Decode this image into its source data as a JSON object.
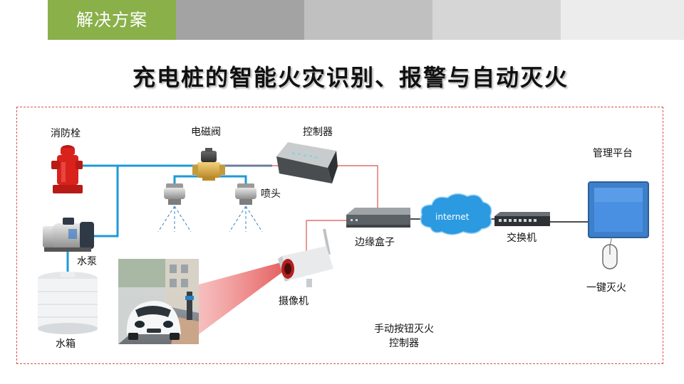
{
  "header": {
    "section_title": "解决方案"
  },
  "title": "充电桩的智能火灾识别、报警与自动灭火",
  "labels": {
    "hydrant": "消防栓",
    "solenoid_valve": "电磁阀",
    "controller": "控制器",
    "nozzle": "喷头",
    "water_pump": "水泵",
    "water_tank": "水箱",
    "edge_box": "边缘盒子",
    "internet": "internet",
    "switch": "交换机",
    "management_platform": "管理平台",
    "one_key_extinguish": "一键灭火",
    "camera": "摄像机",
    "manual_button_line1": "手动按钮灭火",
    "manual_button_line2": "控制器"
  },
  "colors": {
    "header_accent": "#8ab04a",
    "pipe": "#1e9ad6",
    "signal_wire": "#d9534f",
    "hydrant_red": "#d9221c",
    "internet_cloud": "#2b9ae0",
    "monitor_blue": "#3d7fc9",
    "detection_beam": "#f08a8a"
  }
}
